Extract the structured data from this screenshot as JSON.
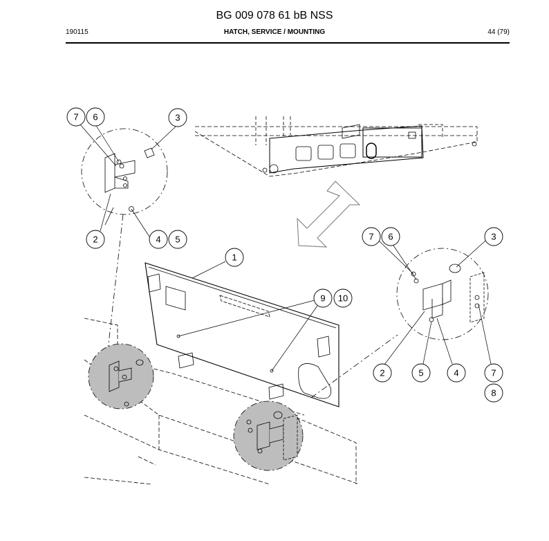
{
  "header": {
    "title": "BG 009 078 61 bB NSS",
    "date_code": "190115",
    "section": "HATCH, SERVICE / MOUNTING",
    "page": "44 (79)"
  },
  "callouts": {
    "c1": "1",
    "c2a": "2",
    "c2b": "2",
    "c3a": "3",
    "c3b": "3",
    "c4a": "4",
    "c4b": "4",
    "c5a": "5",
    "c5b": "5",
    "c6a": "6",
    "c6b": "6",
    "c7a": "7",
    "c7b": "7",
    "c7c": "7",
    "c8": "8",
    "c9": "9",
    "c10": "10"
  }
}
